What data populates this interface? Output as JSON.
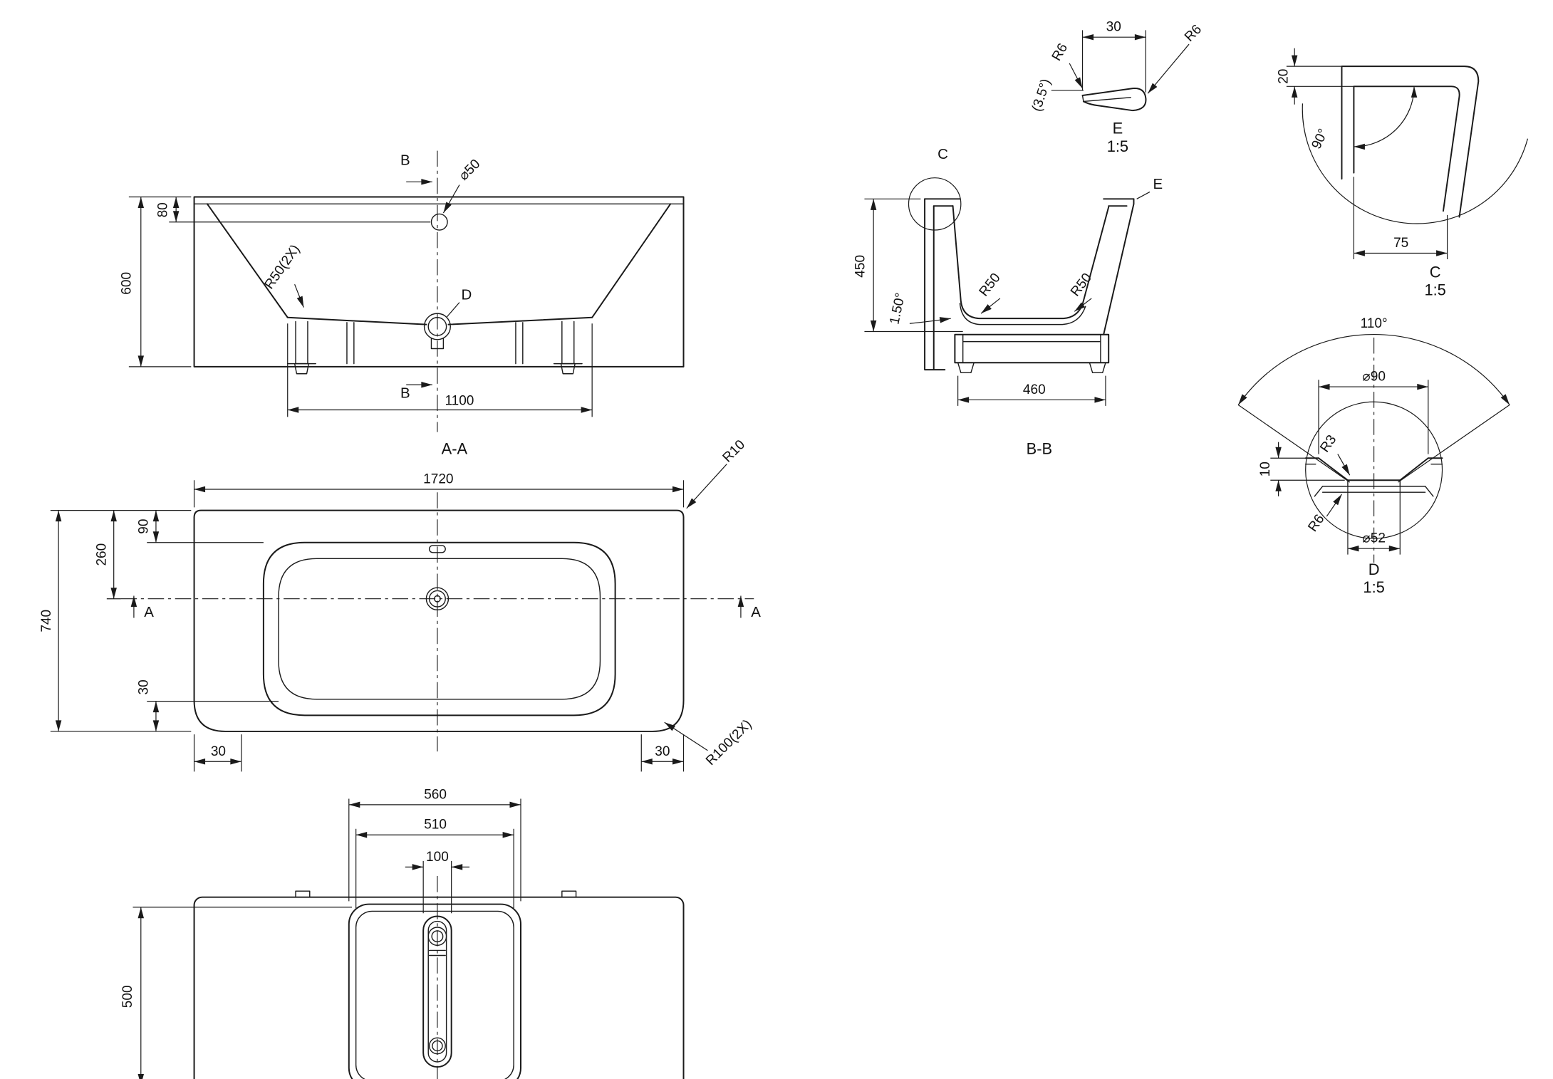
{
  "drawing": {
    "aa": {
      "d600": "600",
      "d80": "80",
      "dia50": "⌀50",
      "r50_2x": "R50(2X)",
      "detail_d_ref": "D",
      "cut_top": "B",
      "cut_bottom": "B",
      "d1100": "1100",
      "label": "A-A"
    },
    "plan": {
      "d1720": "1720",
      "d90": "90",
      "d260": "260",
      "d740": "740",
      "d30_left": "30",
      "d30_bottom_left": "30",
      "d30_bottom_right": "30",
      "r10": "R10",
      "r100_2x": "R100(2X)",
      "cut_left": "A",
      "cut_right": "A"
    },
    "bottom": {
      "d560": "560",
      "d510": "510",
      "d100": "100",
      "d500": "500"
    },
    "bb": {
      "d450": "450",
      "angle": "1.50°",
      "r50_left": "R50",
      "r50_right": "R50",
      "d460": "460",
      "detail_c_ref": "C",
      "detail_e_ref": "E",
      "label": "B-B"
    },
    "e": {
      "d30": "30",
      "r6_left": "R6",
      "r6_right": "R6",
      "angle": "(3.5°)",
      "label": "E",
      "scale": "1:5"
    },
    "c": {
      "d20": "20",
      "angle": "90°",
      "d75": "75",
      "label": "C",
      "scale": "1:5"
    },
    "d": {
      "angle": "110°",
      "dia90": "⌀90",
      "d10": "10",
      "r3": "R3",
      "r6": "R6",
      "dia52": "⌀52",
      "label": "D",
      "scale": "1:5"
    }
  }
}
